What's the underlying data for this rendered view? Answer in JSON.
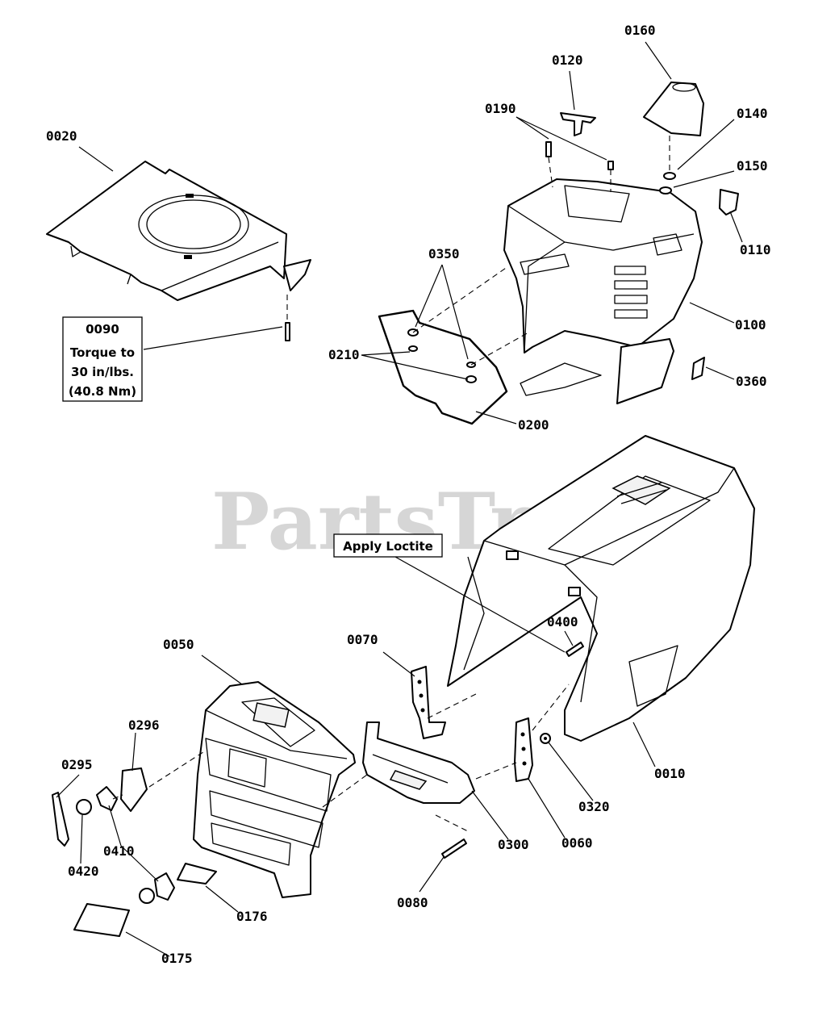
{
  "watermark": "PartsTree",
  "notes": {
    "torque_line1": "0090",
    "torque_line2": "Torque to",
    "torque_line3": "30 in/lbs.",
    "torque_line4": "(40.8 Nm)",
    "loctite": "Apply Loctite"
  },
  "callouts": {
    "c0010": "0010",
    "c0020": "0020",
    "c0050": "0050",
    "c0060": "0060",
    "c0070": "0070",
    "c0080": "0080",
    "c0100": "0100",
    "c0110": "0110",
    "c0120": "0120",
    "c0140": "0140",
    "c0150": "0150",
    "c0160": "0160",
    "c0175": "0175",
    "c0176": "0176",
    "c0190": "0190",
    "c0200": "0200",
    "c0210": "0210",
    "c0295": "0295",
    "c0296": "0296",
    "c0300": "0300",
    "c0320": "0320",
    "c0350": "0350",
    "c0360": "0360",
    "c0400": "0400",
    "c0410": "0410",
    "c0420": "0420"
  }
}
